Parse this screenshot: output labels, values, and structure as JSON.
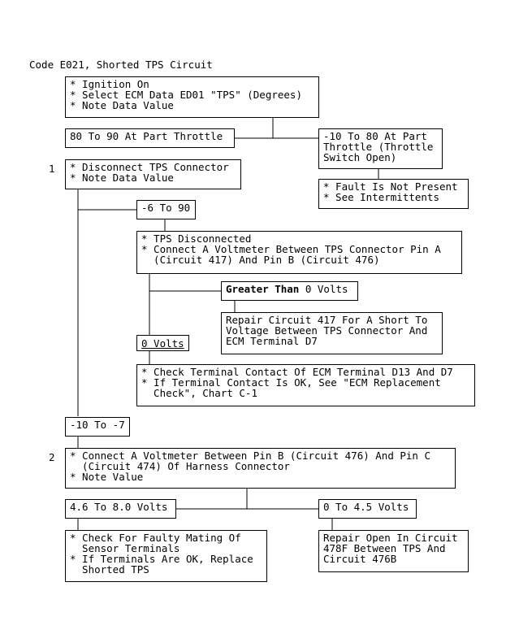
{
  "title": "Code E021, Shorted TPS Circuit",
  "steps": {
    "step1_number": "1",
    "step2_number": "2"
  },
  "boxes": {
    "ignition": "* Ignition On\n* Select ECM Data ED01 \"TPS\" (Degrees)\n* Note Data Value",
    "range_80_90": "80 To 90 At Part Throttle",
    "range_neg10_80": "-10 To 80 At Part\nThrottle (Throttle\nSwitch Open)",
    "disconnect_tps": "* Disconnect TPS Connector\n* Note Data Value",
    "fault_not_present": "* Fault Is Not Present\n* See Intermittents",
    "range_neg6_90": "-6 To 90",
    "tps_disconnected": "* TPS Disconnected\n* Connect A Voltmeter Between TPS Connector Pin A\n  (Circuit 417) And Pin B (Circuit 476)",
    "greater_than_bold": "Greater Than",
    "greater_than_rest": " 0 Volts",
    "repair_417": "Repair Circuit 417 For A Short To\nVoltage Between TPS Connector And\nECM Terminal D7",
    "zero_volts": "0 Volts",
    "check_terminal": "* Check Terminal Contact Of ECM Terminal D13 And D7\n* If Terminal Contact Is OK, See \"ECM Replacement\n  Check\", Chart C-1",
    "range_neg10_neg7": "-10 To -7",
    "connect_pin_b_c": "* Connect A Voltmeter Between Pin B (Circuit 476) And Pin C\n  (Circuit 474) Of Harness Connector\n* Note Value",
    "range_4_6_8_0": "4.6 To 8.0 Volts",
    "range_0_4_5": "0 To 4.5 Volts",
    "check_faulty_mating": "* Check For Faulty Mating Of\n  Sensor Terminals\n* If Terminals Are OK, Replace\n  Shorted TPS",
    "repair_open_478f": "Repair Open In Circuit\n478F Between TPS And\nCircuit 476B"
  }
}
